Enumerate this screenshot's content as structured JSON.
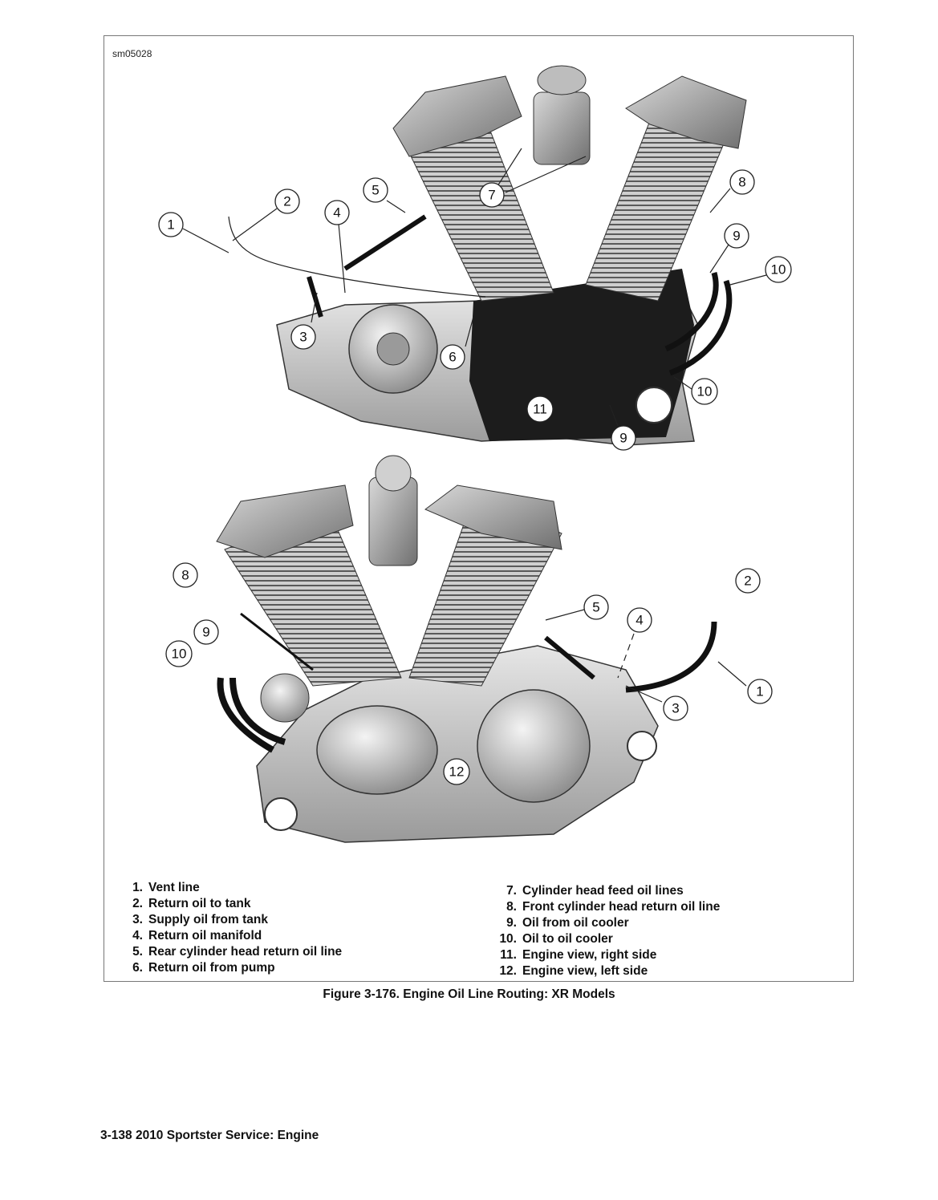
{
  "figure_id": "sm05028",
  "legend_left": [
    {
      "num": "1.",
      "text": "Vent line"
    },
    {
      "num": "2.",
      "text": "Return oil to tank"
    },
    {
      "num": "3.",
      "text": "Supply oil from tank"
    },
    {
      "num": "4.",
      "text": "Return oil manifold"
    },
    {
      "num": "5.",
      "text": "Rear cylinder head return oil line"
    },
    {
      "num": "6.",
      "text": "Return oil from pump"
    }
  ],
  "legend_right": [
    {
      "num": "7.",
      "text": "Cylinder head feed oil lines"
    },
    {
      "num": "8.",
      "text": "Front cylinder head return oil line"
    },
    {
      "num": "9.",
      "text": "Oil from oil cooler"
    },
    {
      "num": "10.",
      "text": "Oil to oil cooler"
    },
    {
      "num": "11.",
      "text": "Engine view, right side"
    },
    {
      "num": "12.",
      "text": "Engine view, left side"
    }
  ],
  "caption": "Figure 3-176. Engine Oil Line Routing: XR Models",
  "footer": "3-138  2010 Sportster Service: Engine",
  "callouts_top": [
    "1",
    "2",
    "3",
    "4",
    "5",
    "6",
    "7",
    "8",
    "9",
    "10",
    "10",
    "11",
    "9"
  ],
  "callouts_bottom": [
    "8",
    "9",
    "10",
    "5",
    "4",
    "2",
    "1",
    "3",
    "12"
  ]
}
